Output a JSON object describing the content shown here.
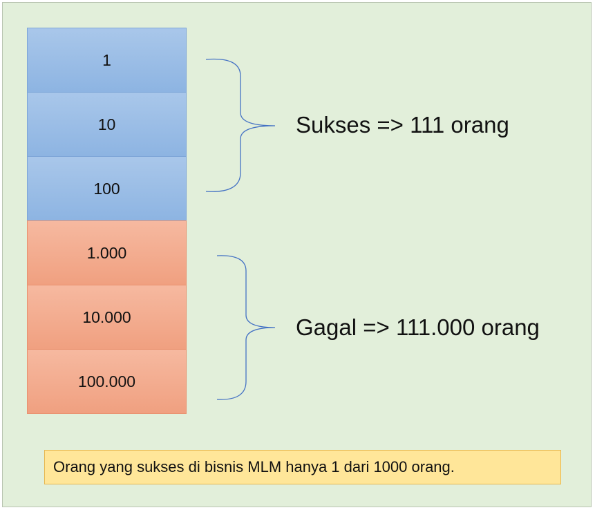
{
  "levels": [
    {
      "label": "1",
      "group": "success"
    },
    {
      "label": "10",
      "group": "success"
    },
    {
      "label": "100",
      "group": "success"
    },
    {
      "label": "1.000",
      "group": "fail"
    },
    {
      "label": "10.000",
      "group": "fail"
    },
    {
      "label": "100.000",
      "group": "fail"
    }
  ],
  "groups": {
    "success": {
      "label": "Sukses => 111 orang",
      "color": "#8db4e2"
    },
    "fail": {
      "label": "Gagal => 111.000 orang",
      "color": "#f4b084"
    }
  },
  "note": {
    "text": "Orang yang sukses di bisnis MLM hanya 1 dari 1000 orang.",
    "background": "#ffe699"
  },
  "colors": {
    "canvas": "#e2efda",
    "bracket": "#4472c4"
  }
}
